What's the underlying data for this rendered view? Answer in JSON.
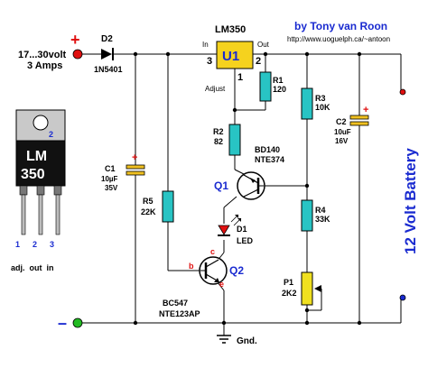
{
  "author": "by Tony van Roon",
  "url": "http://www.uoguelph.ca/~antoon",
  "input": {
    "voltage": "17...30volt",
    "current": "3 Amps",
    "plus": "+",
    "minus": "–"
  },
  "battery_label": "12 Volt Battery",
  "ground_label": "Gnd.",
  "u1": {
    "name": "LM350",
    "ref": "U1",
    "in_label": "In",
    "out_label": "Out",
    "adj_label": "Adjust",
    "pin_in": "3",
    "pin_out": "2",
    "pin_adj": "1"
  },
  "d2": {
    "ref": "D2",
    "value": "1N5401"
  },
  "r1": {
    "ref": "R1",
    "value": "120"
  },
  "r2": {
    "ref": "R2",
    "value": "82"
  },
  "r3": {
    "ref": "R3",
    "value": "10K"
  },
  "r4": {
    "ref": "R4",
    "value": "33K"
  },
  "r5": {
    "ref": "R5",
    "value": "22K"
  },
  "p1": {
    "ref": "P1",
    "value": "2K2"
  },
  "c1": {
    "ref": "C1",
    "value": "10µF",
    "voltage": "35V",
    "plus": "+"
  },
  "c2": {
    "ref": "C2",
    "value": "10uF",
    "voltage": "16V",
    "plus": "+"
  },
  "d1": {
    "ref": "D1",
    "value": "LED"
  },
  "q1": {
    "ref": "Q1",
    "part1": "BD140",
    "part2": "NTE374"
  },
  "q2": {
    "ref": "Q2",
    "part1": "BC547",
    "part2": "NTE123AP",
    "pin_b": "b",
    "pin_c": "c",
    "pin_e": "e"
  },
  "package": {
    "name1": "LM",
    "name2": "350",
    "tab_pin": "2",
    "pin1": "1",
    "pin2": "2",
    "pin3": "3",
    "pinout": "adj.  out  in"
  },
  "colors": {
    "wire": "#000000",
    "u1_fill": "#f5d21e",
    "resistor_fill": "#28c4c4",
    "pot_fill": "#f0e020",
    "cap_fill": "#f0c020",
    "label_blue": "#1a2bd0",
    "terminal_red": "#e01010",
    "terminal_green": "#22bb22"
  }
}
